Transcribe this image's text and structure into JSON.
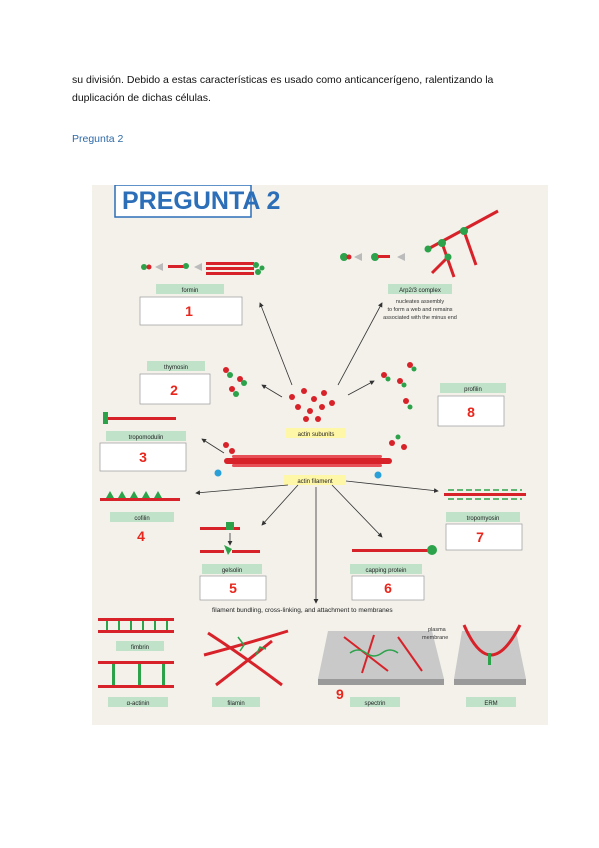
{
  "document": {
    "paragraph": "su división. Debido a estas características es usado como anticancerígeno, ralentizando la duplicación de dichas células.",
    "section_title": "Pregunta 2"
  },
  "figure": {
    "title": "PREGUNTA 2",
    "labels": {
      "formin": "formin",
      "arp": "Arp2/3 complex",
      "arp_note_1": "nucleates assembly",
      "arp_note_2": "to form a web and remains",
      "arp_note_3": "associated with the minus end",
      "thymosin": "thymosin",
      "profilin": "profilin",
      "tropomodulin": "tropomodulin",
      "actin_subunits": "actin subunits",
      "actin_filament": "actin filament",
      "cofilin": "cofilin",
      "tropomyosin": "tropomyosin",
      "gelsolin": "gelsolin",
      "capping": "capping protein",
      "bundling": "filament bundling, cross-linking, and attachment to membranes",
      "fimbrin": "fimbrin",
      "actinin": "α-actinin",
      "filamin": "filamin",
      "spectrin": "spectrin",
      "erm": "ERM",
      "plasma_1": "plasma",
      "plasma_2": "membrane"
    },
    "numbers": {
      "n1": "1",
      "n2": "2",
      "n3": "3",
      "n4": "4",
      "n5": "5",
      "n6": "6",
      "n7": "7",
      "n8": "8",
      "n9": "9"
    },
    "colors": {
      "actin": "#d8222a",
      "binding": "#2ca24b",
      "label_bg": "#bfe2c9",
      "title": "#2c6fb8",
      "answer": "#e8261c"
    }
  }
}
